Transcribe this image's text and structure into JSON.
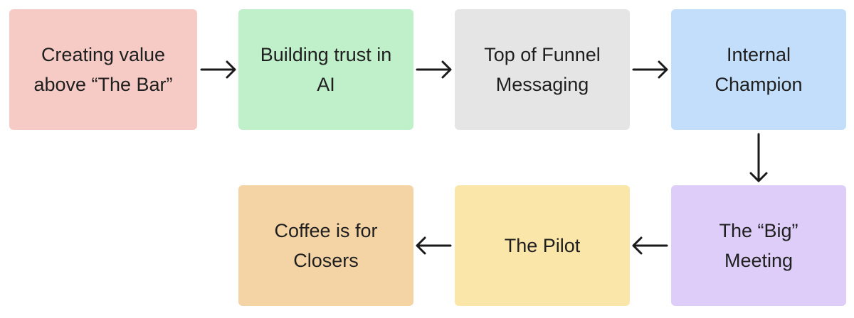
{
  "diagram": {
    "nodes": [
      {
        "id": "n1",
        "label": "Creating value\nabove “The Bar”",
        "color": "#f6cbc5"
      },
      {
        "id": "n2",
        "label": "Building trust in\nAI",
        "color": "#bff0c9"
      },
      {
        "id": "n3",
        "label": "Top of Funnel\nMessaging",
        "color": "#e5e5e5"
      },
      {
        "id": "n4",
        "label": "Internal\nChampion",
        "color": "#c2defa"
      },
      {
        "id": "n5",
        "label": "The “Big”\nMeeting",
        "color": "#ddcdf8"
      },
      {
        "id": "n6",
        "label": "The Pilot",
        "color": "#fae6a9"
      },
      {
        "id": "n7",
        "label": "Coffee is for\nClosers",
        "color": "#f4d3a5"
      }
    ],
    "edges": [
      {
        "from": "n1",
        "to": "n2"
      },
      {
        "from": "n2",
        "to": "n3"
      },
      {
        "from": "n3",
        "to": "n4"
      },
      {
        "from": "n4",
        "to": "n5"
      },
      {
        "from": "n5",
        "to": "n6"
      },
      {
        "from": "n6",
        "to": "n7"
      }
    ],
    "arrow_color": "#1a1a1a"
  }
}
